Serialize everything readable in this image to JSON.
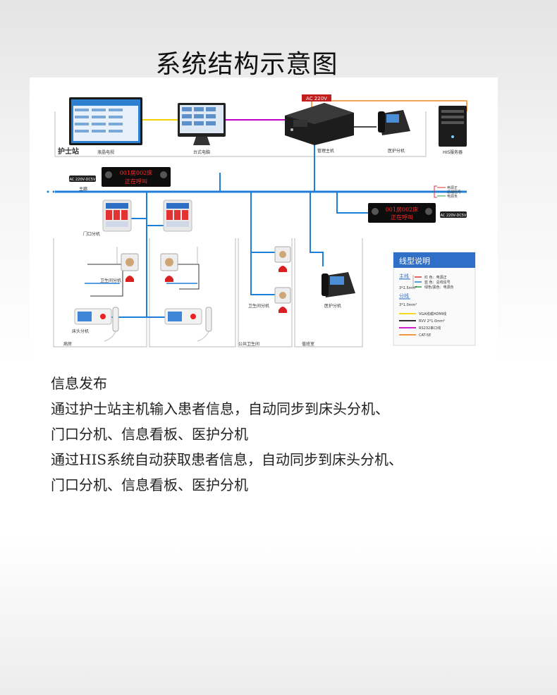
{
  "title": "系统结构示意图",
  "diagram": {
    "nurse_station": "护士站",
    "lcd_tv": "液晶电视",
    "desktop_pc": "台式电脑",
    "management_host": "管理主机",
    "ac_220v_top": "AC 220V",
    "medical_ext_top": "医护分机",
    "his_server": "HIS服务器",
    "main_line": "主廊",
    "power_tag": "AC 220V-DC5V",
    "led_line1": "001房002床",
    "led_line2": "正在呼叫",
    "door_ext": "门口分机",
    "bath_ext": "卫生间分机",
    "bedside_ext": "床头分机",
    "ward": "病房",
    "public_bath_ext": "卫生间分机",
    "public_bath": "公共卫生间",
    "duty_room": "值班室",
    "medical_ext_duty": "医护分机",
    "wire_labels": [
      "电源正",
      "总线信号",
      "电源负"
    ]
  },
  "legend": {
    "title": "线型说明",
    "main_line": "主线",
    "main_spec": "3*2.5mm²",
    "main_items": [
      "红  色：电源正",
      "蓝  色：总线信号",
      "绿色/黑色：电源负"
    ],
    "branch_line": "分线",
    "branch_spec": "3*1.0mm²",
    "cable_items": [
      {
        "label": "VGA线或HDMI线",
        "color": "#f2d400"
      },
      {
        "label": "RVV 2*1.0mm²",
        "color": "#111111"
      },
      {
        "label": "RS232串口线",
        "color": "#c400c4"
      },
      {
        "label": "CAT-5E",
        "color": "#f08a24"
      }
    ]
  },
  "body": {
    "heading": "信息发布",
    "line1": "通过护士站主机输入患者信息，自动同步到床头分机、",
    "line2": "门口分机、信息看板、医护分机",
    "line3": "通过HIS系统自动获取患者信息，自动同步到床头分机、",
    "line4": "门口分机、信息看板、医护分机"
  }
}
